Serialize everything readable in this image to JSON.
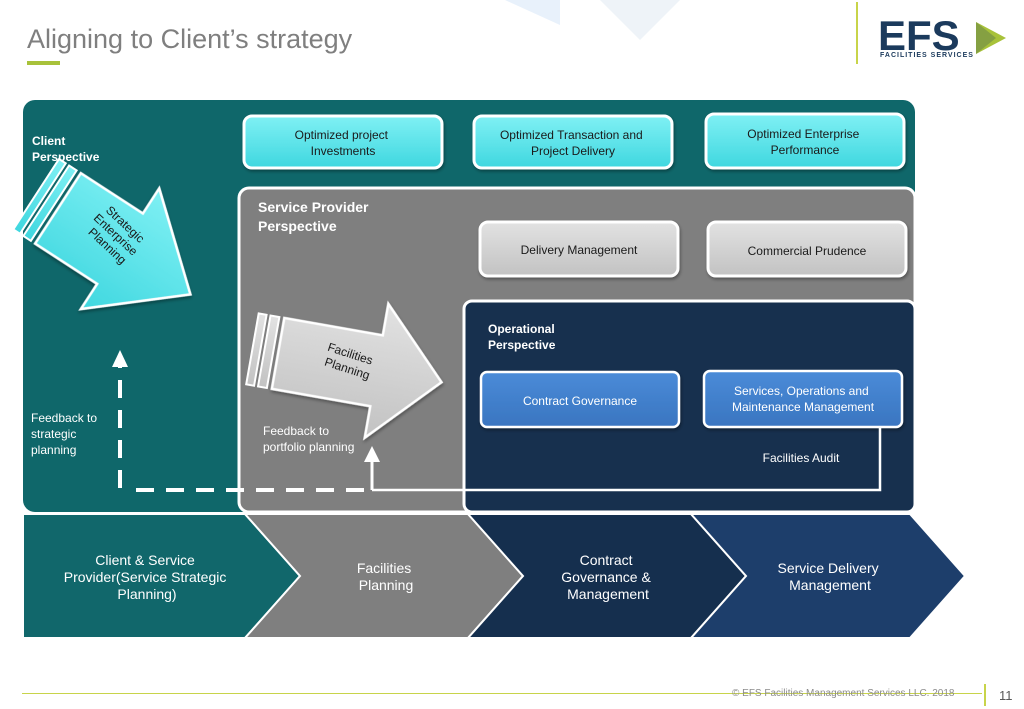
{
  "header": {
    "title": "Aligning to Client’s strategy",
    "logo_text": "EFS",
    "logo_subtitle": "FACILITIES SERVICES"
  },
  "client": {
    "perspective_label": "Client\nPerspective",
    "boxes": [
      "Optimized project\nInvestments",
      "Optimized Transaction and\nProject Delivery",
      "Optimized Enterprise\nPerformance"
    ],
    "arrow_label": "Strategic\nEnterprise\nPlanning",
    "feedback_label": "Feedback to\nstrategic\nplanning"
  },
  "service_provider": {
    "perspective_label": "Service Provider\nPerspective",
    "boxes": [
      "Delivery Management",
      "Commercial Prudence"
    ],
    "arrow_label": "Facilities\nPlanning",
    "feedback_label": "Feedback to\nportfolio planning"
  },
  "operational": {
    "perspective_label": "Operational\nPerspective",
    "boxes": [
      "Contract Governance",
      "Services, Operations and\nMaintenance Management"
    ],
    "audit_label": "Facilities Audit"
  },
  "chevrons": [
    {
      "label": "Client & Service\nProvider(Service Strategic\nPlanning)",
      "color": "#11676b"
    },
    {
      "label": "Facilities\nPlanning",
      "color": "#7f7f7f"
    },
    {
      "label": "Contract\nGovernance &\nManagement",
      "color": "#152f4e"
    },
    {
      "label": "Service Delivery\nManagement",
      "color": "#1d3e6b"
    }
  ],
  "colors": {
    "teal_panel": "#0f676a",
    "grey_panel": "#7f7f7f",
    "navy_panel": "#17304e",
    "cyan_box": "#4ee3ea",
    "grey_box": "#d2d2d2",
    "blue_box": "#3f7fcc",
    "accent": "#a8c23a"
  },
  "footer": {
    "copyright": "© EFS Facilities Management Services LLC. 2018",
    "page_number": "11"
  }
}
